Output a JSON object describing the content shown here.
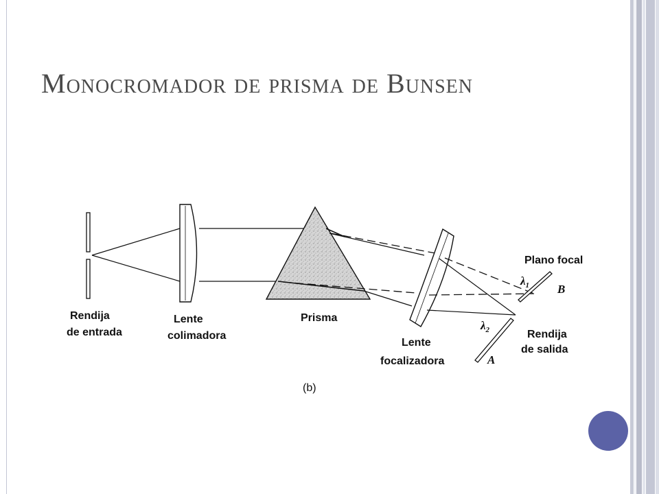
{
  "slide": {
    "title": "Monocromador de prisma de Bunsen",
    "accent_color": "#5b62a6",
    "bar_color": "#c4c7d5"
  },
  "diagram": {
    "labels": {
      "entrance_slit": [
        "Rendija",
        "de entrada"
      ],
      "collimating_lens": [
        "Lente",
        "colimadora"
      ],
      "prism": "Prisma",
      "focusing_lens": [
        "Lente",
        "focalizadora"
      ],
      "focal_plane": "Plano focal",
      "exit_slit": [
        "Rendija",
        "de salida"
      ],
      "lambda1": "λ",
      "lambda1_sub": "1",
      "lambda2": "λ",
      "lambda2_sub": "2",
      "point_a": "A",
      "point_b": "B",
      "caption": "(b)"
    }
  }
}
